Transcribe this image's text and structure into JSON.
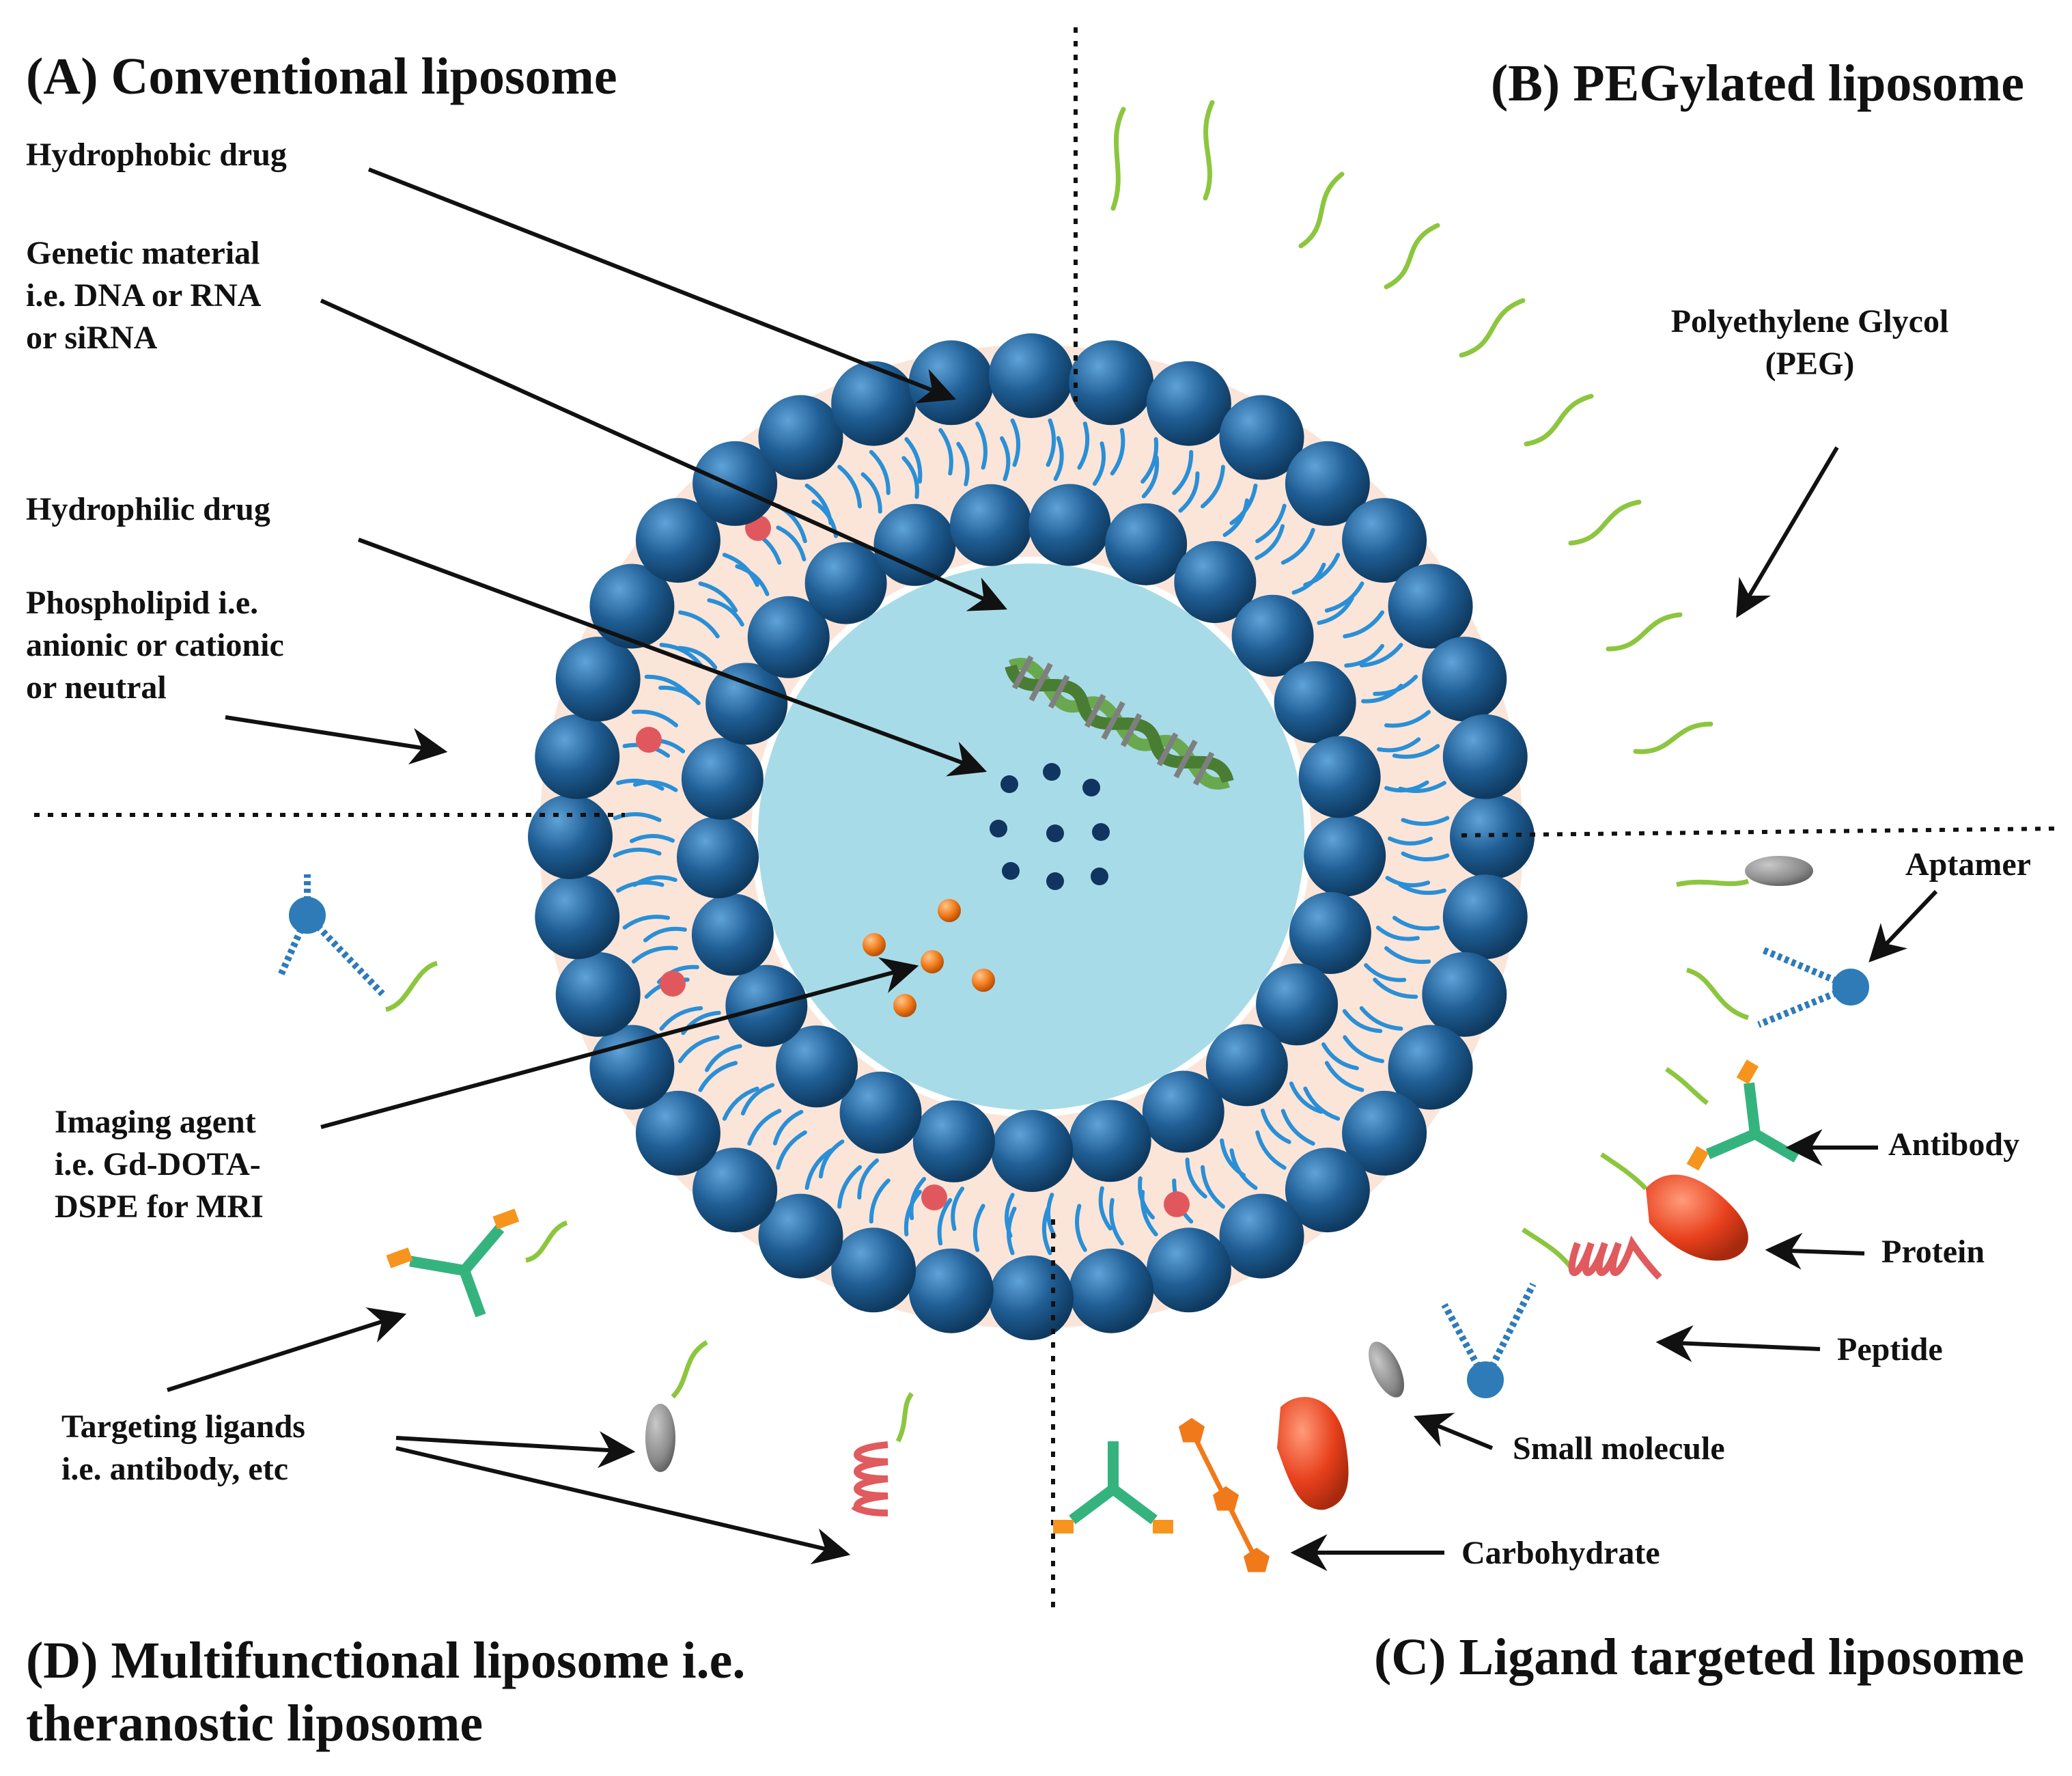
{
  "titles": {
    "a": "(A) Conventional liposome",
    "b": "(B) PEGylated liposome",
    "c": "(C) Ligand targeted liposome",
    "d": "(D) Multifunctional liposome i.e.\n     theranostic liposome"
  },
  "labels": {
    "hydrophobic_drug": "Hydrophobic  drug",
    "genetic_material": "Genetic material\ni.e. DNA or RNA\nor siRNA",
    "hydrophilic_drug": "Hydrophilic  drug",
    "phospholipid": "Phospholipid  i.e.\nanionic or cationic\nor neutral",
    "imaging_agent": "Imaging  agent\ni.e. Gd-DOTA-\nDSPE for MRI",
    "targeting_ligands": "Targeting ligands\ni.e.  antibody,  etc",
    "peg": "Polyethylene Glycol\n(PEG)",
    "aptamer": "Aptamer",
    "antibody": "Antibody",
    "protein": "Protein",
    "peptide": "Peptide",
    "small_molecule": "Small  molecule",
    "carbohydrate": "Carbohydrate"
  },
  "colors": {
    "head": "#1f5e95",
    "head_dark": "#0f3a60",
    "tail": "#2a8fd6",
    "bilayer": "#fbe5d8",
    "core": "#a8dbe8",
    "drug_hydrophobic": "#e0585e",
    "drug_hydrophilic": "#0f3560",
    "imaging": "#f07a1a",
    "peg": "#8cc63f",
    "ligand_aptamer": "#2e7bb8",
    "antibody": "#35b37e",
    "antibody_tip": "#f7941d",
    "protein": "#e8401c",
    "peptide": "#e05a5e",
    "small_molecule": "#8a8a8a",
    "carbohydrate": "#f07a1a",
    "dna": "#6aa84f"
  }
}
